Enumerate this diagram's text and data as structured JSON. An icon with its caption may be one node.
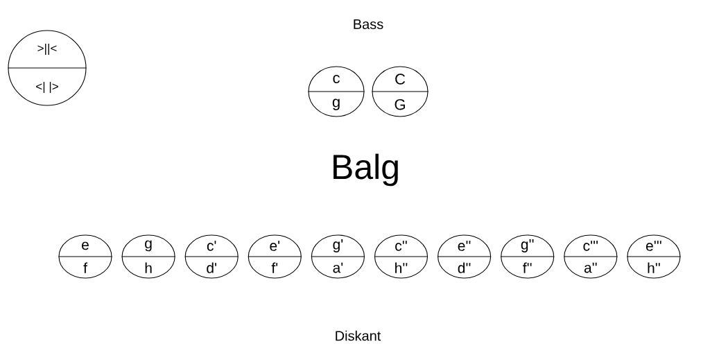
{
  "diagram": {
    "nodes": [
      {
        "text": [
          ">||<",
          "<| |>"
        ]
      },
      {
        "text": [
          "c",
          "g"
        ]
      },
      {
        "text": [
          "C",
          "G"
        ]
      },
      {
        "text": [
          "e",
          "f"
        ]
      },
      {
        "text": [
          "g",
          "h"
        ]
      },
      {
        "text": [
          "c'",
          "d'"
        ]
      },
      {
        "text": [
          "e'",
          "f'"
        ]
      },
      {
        "text": [
          "g'",
          "a'"
        ]
      },
      {
        "text": [
          "c''",
          "h''"
        ]
      },
      {
        "text": [
          "e''",
          "d''"
        ]
      },
      {
        "text": [
          "g''",
          "f''"
        ]
      },
      {
        "text": [
          "c'''",
          "a''"
        ]
      },
      {
        "text": [
          "e'''",
          "h''"
        ]
      }
    ],
    "labels": [
      "Bass",
      "Balg",
      "Diskant"
    ]
  }
}
